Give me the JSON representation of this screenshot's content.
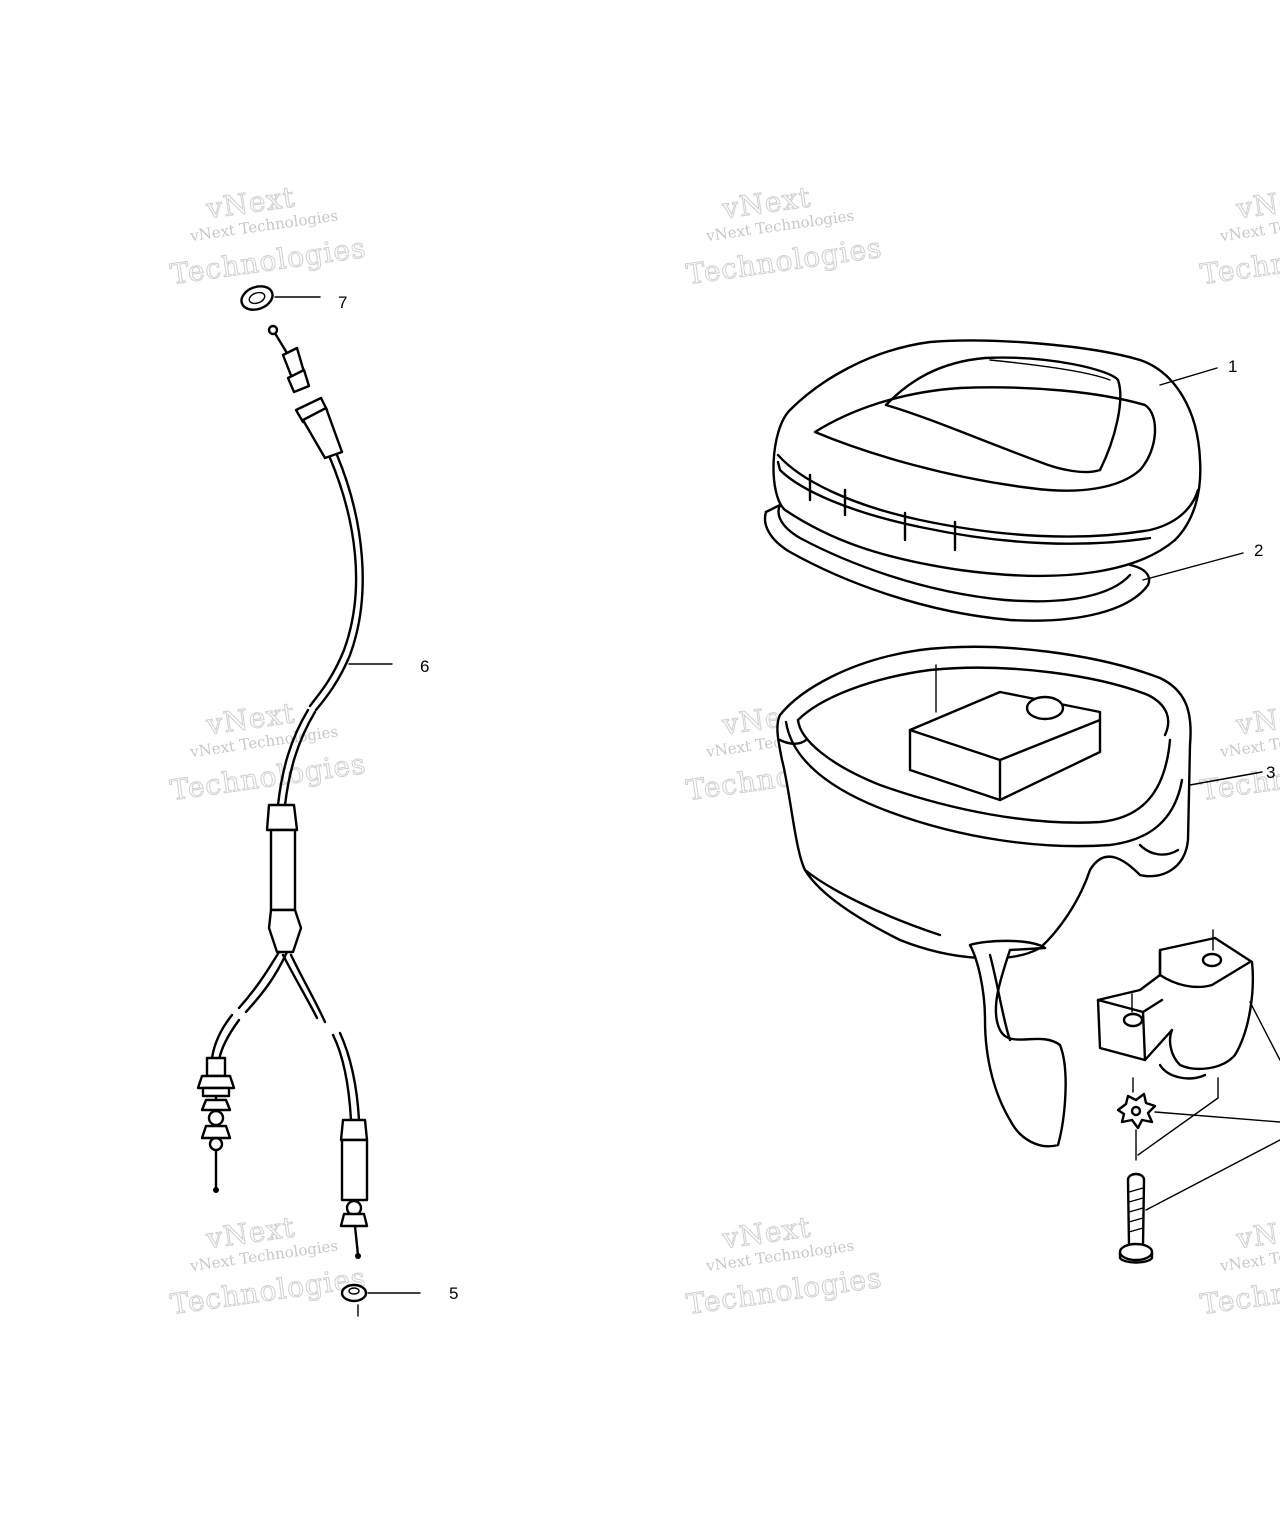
{
  "watermark": {
    "line1": "vNext",
    "line2": "vNext Technologies",
    "line3": "Technologies"
  },
  "callouts": [
    "1",
    "2",
    "3",
    "5",
    "6",
    "7"
  ]
}
